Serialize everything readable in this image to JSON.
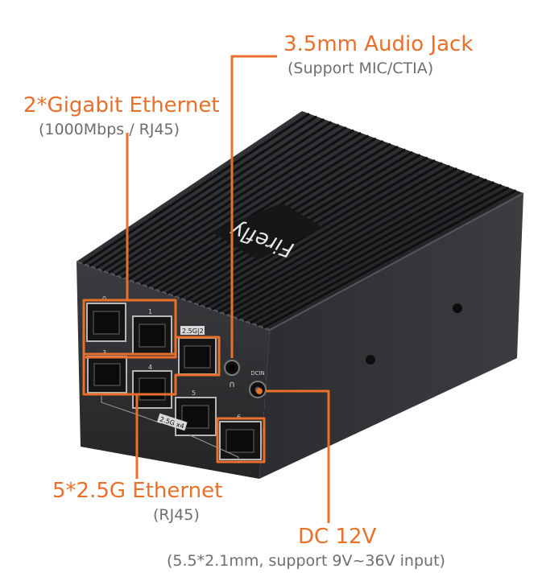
{
  "callouts": {
    "audio": {
      "title": "3.5mm Audio Jack",
      "subtitle": "(Support MIC/CTIA)"
    },
    "gigabit": {
      "title": "2*Gigabit Ethernet",
      "subtitle": "(1000Mbps / RJ45)"
    },
    "ethernet25": {
      "title": "5*2.5G Ethernet",
      "subtitle": "(RJ45)"
    },
    "dc": {
      "title": "DC 12V",
      "subtitle": "(5.5*2.1mm, support 9V~36V input)"
    }
  },
  "device": {
    "brand": "Firefly",
    "port_numbers": [
      "0",
      "1",
      "2.5G|2",
      "3",
      "4",
      "5",
      "6"
    ],
    "group_label": "2.5G x4",
    "power_label": "DCIN"
  },
  "colors": {
    "accent": "#e8702a",
    "subtitle": "#6e6e6e",
    "body": "#2b2c2e"
  }
}
